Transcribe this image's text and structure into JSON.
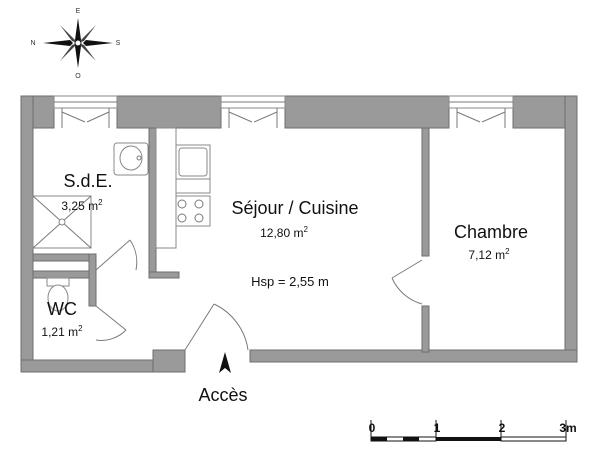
{
  "compass": {
    "north": "N",
    "south": "S",
    "east": "E",
    "west": "O"
  },
  "rooms": {
    "sde": {
      "name": "S.d.E.",
      "area_value": "3,25 m",
      "area_exp": "2"
    },
    "sejour": {
      "name": "Séjour / Cuisine",
      "area_value": "12,80 m",
      "area_exp": "2"
    },
    "chambre": {
      "name": "Chambre",
      "area_value": "7,12 m",
      "area_exp": "2"
    },
    "wc": {
      "name": "WC",
      "area_value": "1,21 m",
      "area_exp": "2"
    }
  },
  "ceiling_height": "Hsp = 2,55 m",
  "entrance": {
    "label": "Accès"
  },
  "scale": {
    "ticks": [
      "0",
      "1",
      "2",
      "3m"
    ]
  },
  "colors": {
    "wall": "#9a9a9a",
    "wall_edge": "#6e6e6e",
    "line": "#7a7a7a",
    "text": "#111111"
  }
}
